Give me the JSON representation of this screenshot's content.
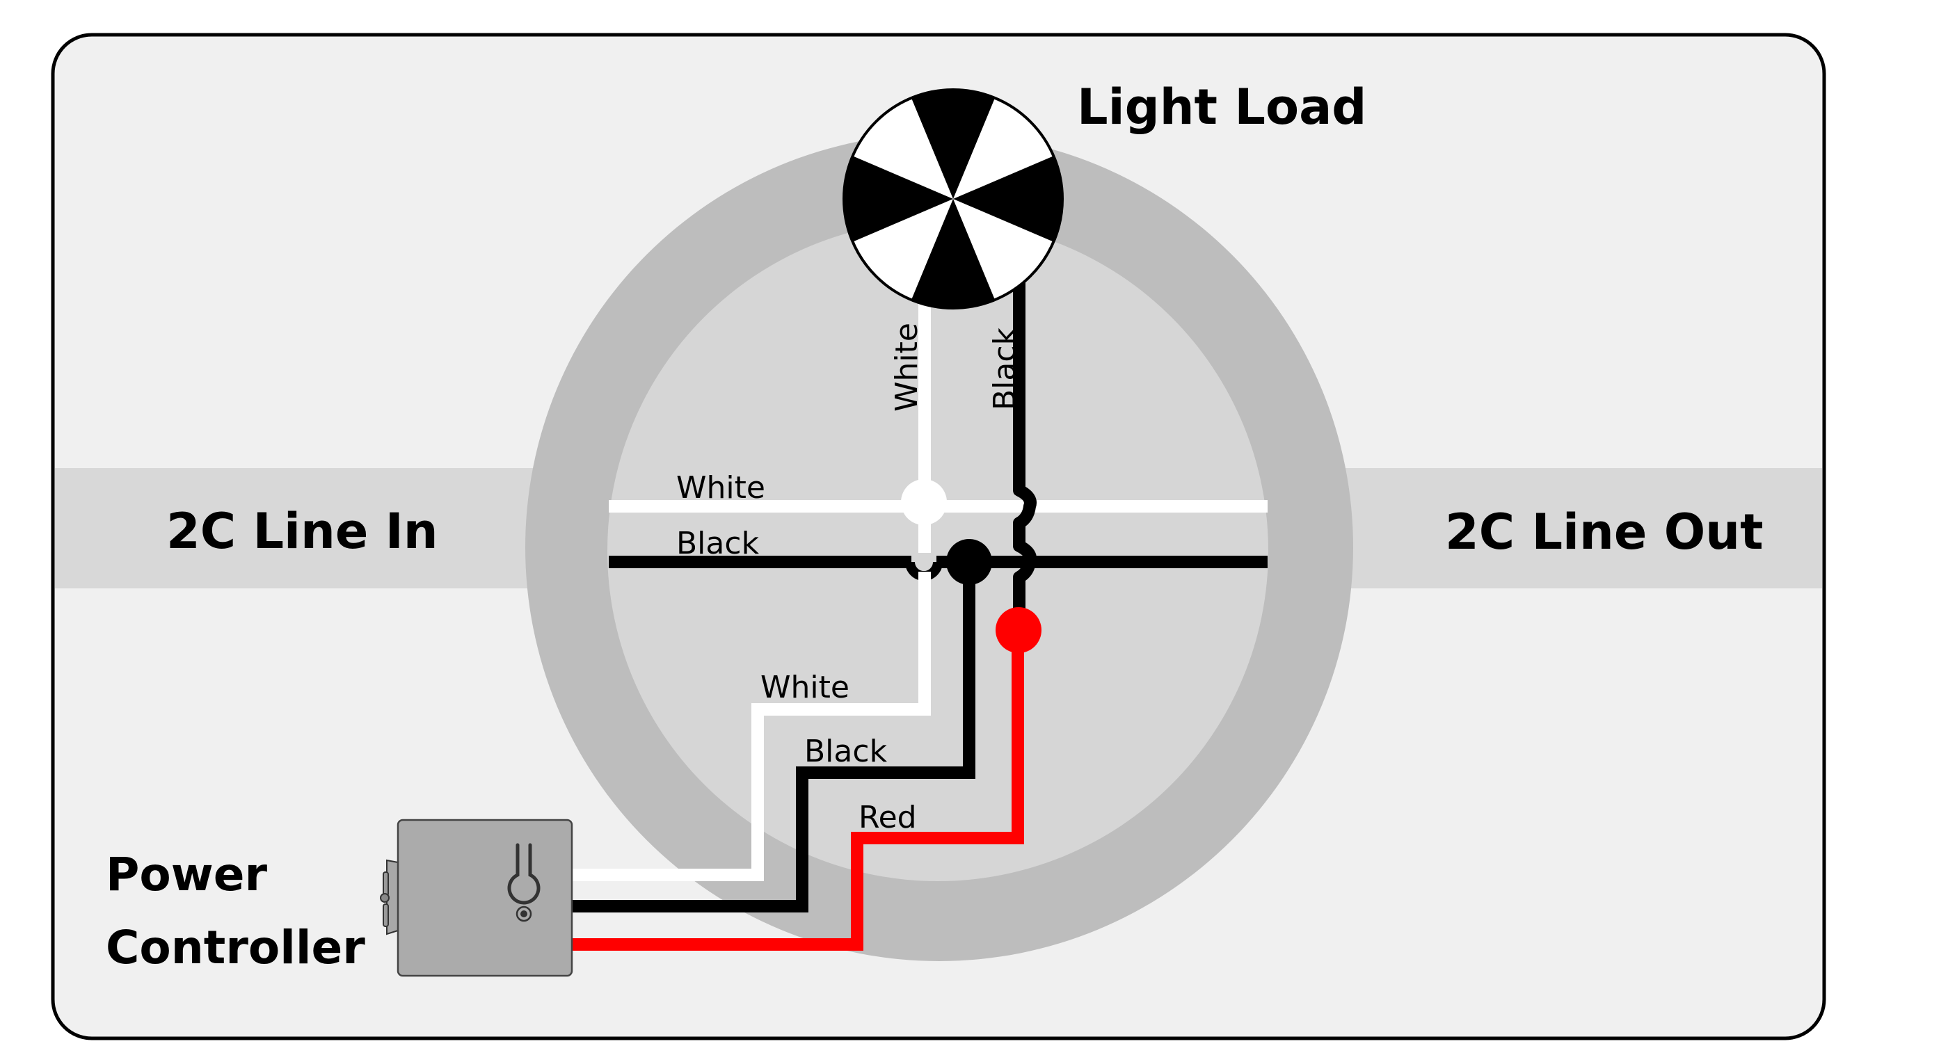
{
  "diagram": {
    "title_light_load": "Light Load",
    "title_line_in": "2C Line In",
    "title_line_out": "2C Line Out",
    "title_power_line1": "Power",
    "title_power_line2": "Controller",
    "wire_labels": {
      "lamp_white": "White",
      "lamp_black": "Black",
      "bus_white": "White",
      "bus_black": "Black",
      "ctrl_white": "White",
      "ctrl_black": "Black",
      "ctrl_red": "Red"
    },
    "colors": {
      "frame_bg": "#f0f0f0",
      "band": "#d8d8d8",
      "ring_outer": "#bdbdbd",
      "ring_inner": "#d6d6d6",
      "wire_white": "#ffffff",
      "wire_black": "#000000",
      "wire_red": "#ff0000",
      "controller_body": "#ababab"
    },
    "components": [
      {
        "name": "Light Load",
        "icon": "light-bulb-icon"
      },
      {
        "name": "Power Controller",
        "icon": "controller-box-icon"
      }
    ]
  }
}
